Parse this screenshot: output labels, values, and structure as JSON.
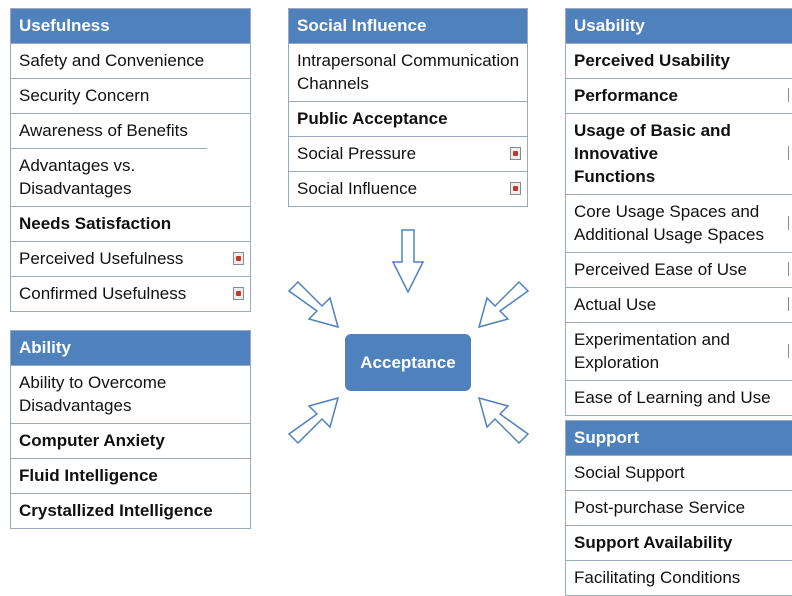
{
  "center": {
    "label": "Acceptance"
  },
  "usefulness": {
    "title": "Usefulness",
    "items": [
      {
        "label": "Safety and Convenience"
      },
      {
        "label": "Security Concern"
      },
      {
        "label": "Awareness of Benefits"
      },
      {
        "label": "Advantages vs. Disadvantages"
      },
      {
        "label": "Needs Satisfaction"
      },
      {
        "label": "Perceived Usefulness"
      },
      {
        "label": "Confirmed Usefulness"
      }
    ]
  },
  "ability": {
    "title": "Ability",
    "items": [
      {
        "label": "Ability to Overcome Disadvantages"
      },
      {
        "label": "Computer Anxiety"
      },
      {
        "label": "Fluid Intelligence"
      },
      {
        "label": "Crystallized Intelligence"
      }
    ]
  },
  "social_influence": {
    "title": "Social Influence",
    "items": [
      {
        "label": "Intrapersonal Communication Channels"
      },
      {
        "label": "Public Acceptance"
      },
      {
        "label": "Social Pressure"
      },
      {
        "label": "Social Influence"
      }
    ]
  },
  "usability": {
    "title": "Usability",
    "items": [
      {
        "label": "Perceived Usability"
      },
      {
        "label": "Performance"
      },
      {
        "label": "Usage of Basic and Innovative Functions"
      },
      {
        "label": "Core Usage Spaces and Additional Usage Spaces"
      },
      {
        "label": "Perceived Ease of Use"
      },
      {
        "label": "Actual Use"
      },
      {
        "label": "Experimentation and Exploration"
      },
      {
        "label": "Ease of Learning and Use"
      }
    ]
  },
  "support": {
    "title": "Support",
    "items": [
      {
        "label": "Social Support"
      },
      {
        "label": "Post-purchase Service"
      },
      {
        "label": "Support Availability"
      },
      {
        "label": "Facilitating Conditions"
      }
    ]
  },
  "colors": {
    "header_fill": "#4f81bd",
    "header_text": "#ffffff",
    "border": "#9aa8c0",
    "arrow_outline": "#4f81bd"
  }
}
